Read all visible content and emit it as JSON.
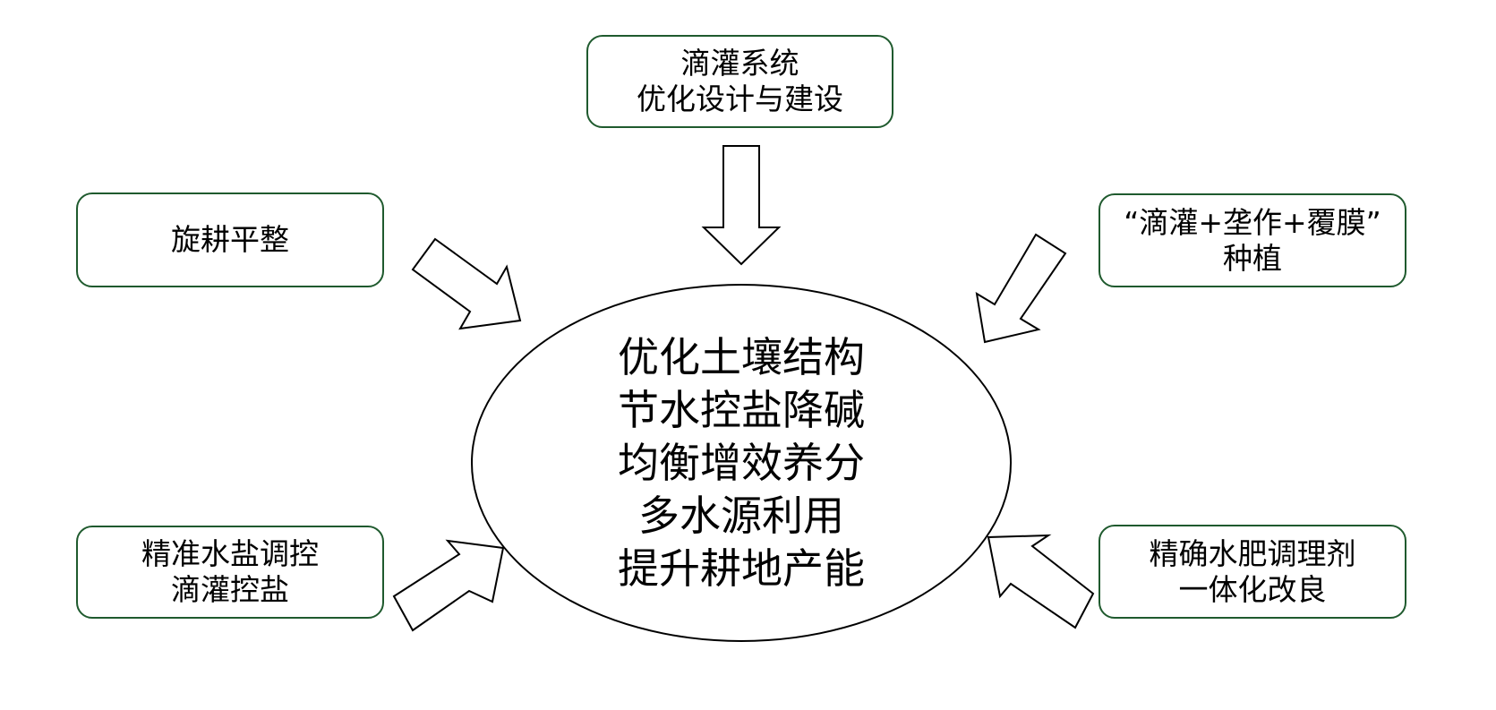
{
  "center": {
    "lines": [
      "优化土壤结构",
      "节水控盐降碱",
      "均衡增效养分",
      "多水源利用",
      "提升耕地产能"
    ]
  },
  "boxes": {
    "top": {
      "line1": "滴灌系统",
      "line2": "优化设计与建设"
    },
    "left_top": {
      "line1": "旋耕平整"
    },
    "right_top": {
      "line1": "“滴灌+垄作+覆膜”",
      "line2": "种植"
    },
    "left_bottom": {
      "line1": "精准水盐调控",
      "line2": "滴灌控盐"
    },
    "right_bottom": {
      "line1": "精确水肥调理剂",
      "line2": "一体化改良"
    }
  },
  "colors": {
    "box_border": "#1f5a2e",
    "line": "#000000"
  }
}
